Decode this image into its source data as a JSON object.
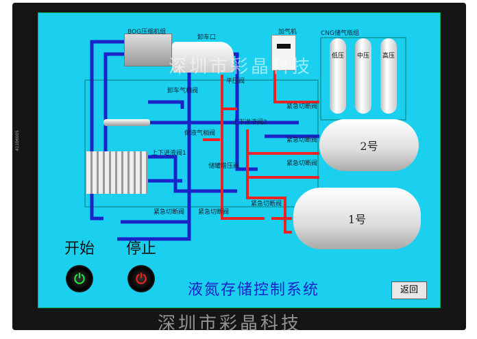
{
  "watermark": "深圳市彩晶科技",
  "bezel_code": "41106005",
  "equipment": {
    "bog": "BOG压缩机组",
    "unload": "卸车口",
    "dispenser": "加气机",
    "cng": "CNG储气瓶组",
    "low": "低压",
    "mid": "中压",
    "high": "高压",
    "tank2": "2号",
    "tank1": "1号"
  },
  "valves": {
    "unload_gas": "卸车气相阀",
    "balance": "平压阀",
    "inlet2": "上下进液阀2",
    "reverse_gas": "倒液气相阀",
    "inlet1": "上下进液阀1",
    "boost": "储罐增压阀",
    "emergency": "紧急切断阀"
  },
  "controls": {
    "start": "开始",
    "stop": "停止",
    "back": "返回"
  },
  "title": "液氮存储控制系统",
  "colors": {
    "start": "#22dd44",
    "stop": "#ee2222",
    "liquid": "#ee2222",
    "gas": "#1a23c8"
  }
}
